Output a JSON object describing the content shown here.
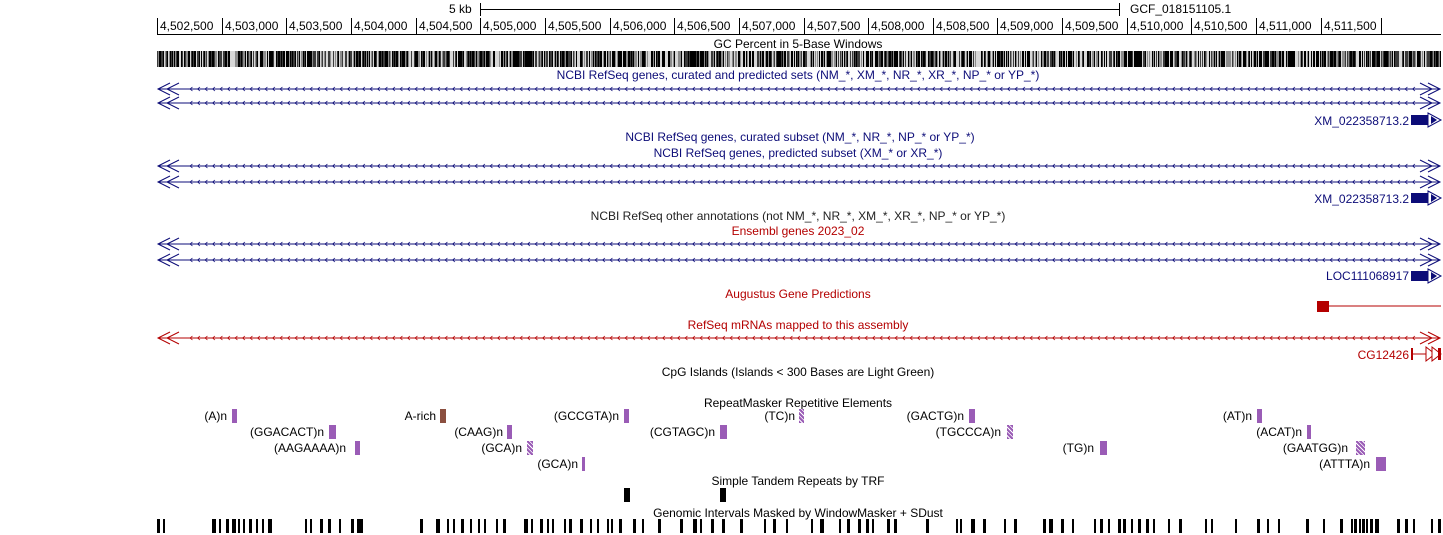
{
  "scale": {
    "label": "5 kb",
    "assembly": "GCF_018151105.1"
  },
  "ruler": {
    "ticks": [
      "4,502,500",
      "4,503,000",
      "4,503,500",
      "4,504,000",
      "4,504,500",
      "4,505,000",
      "4,505,500",
      "4,506,000",
      "4,506,500",
      "4,507,000",
      "4,507,500",
      "4,508,000",
      "4,508,500",
      "4,509,000",
      "4,509,500",
      "4,510,000",
      "4,510,500",
      "4,511,000",
      "4,511,500"
    ]
  },
  "tracks": {
    "gc": {
      "title": "GC Percent in 5-Base Windows"
    },
    "refseq_all": {
      "title": "NCBI RefSeq genes, curated and predicted sets (NM_*, XM_*, NR_*, XR_*, NP_* or YP_*)",
      "gene": "XM_022358713.2"
    },
    "refseq_curated": {
      "title": "NCBI RefSeq genes, curated subset (NM_*, NR_*, NP_* or YP_*)"
    },
    "refseq_predicted": {
      "title": "NCBI RefSeq genes, predicted subset (XM_* or XR_*)",
      "gene": "XM_022358713.2"
    },
    "refseq_other": {
      "title": "NCBI RefSeq other annotations (not NM_*, NR_*, XM_*, XR_*, NP_* or YP_*)"
    },
    "ensembl": {
      "title": "Ensembl genes 2023_02",
      "gene": "LOC111068917"
    },
    "augustus": {
      "title": "Augustus Gene Predictions"
    },
    "refseq_mrna": {
      "title": "RefSeq mRNAs mapped to this assembly",
      "gene": "CG12426"
    },
    "cpg": {
      "title": "CpG Islands (Islands < 300 Bases are Light Green)"
    },
    "repeatmasker": {
      "title": "RepeatMasker Repetitive Elements",
      "labels": [
        "(A)n",
        "(GGACACT)n",
        "(AAGAAAA)n",
        "A-rich",
        "(CAAG)n",
        "(GCA)n",
        "(GCA)n",
        "(GCCGTA)n",
        "(CGTAGC)n",
        "(TC)n",
        "(GACTG)n",
        "(TGCCCA)n",
        "(TG)n",
        "(AT)n",
        "(ACAT)n",
        "(GAATGG)n",
        "(ATTTA)n"
      ]
    },
    "trf": {
      "title": "Simple Tandem Repeats by TRF"
    },
    "windowmasker": {
      "title": "Genomic Intervals Masked by WindowMasker + SDust"
    }
  },
  "colors": {
    "navy": "#0c0c78",
    "red": "#b40000",
    "black": "#000000",
    "purple": "#9a5cb6",
    "brown": "#8b4f3f"
  }
}
